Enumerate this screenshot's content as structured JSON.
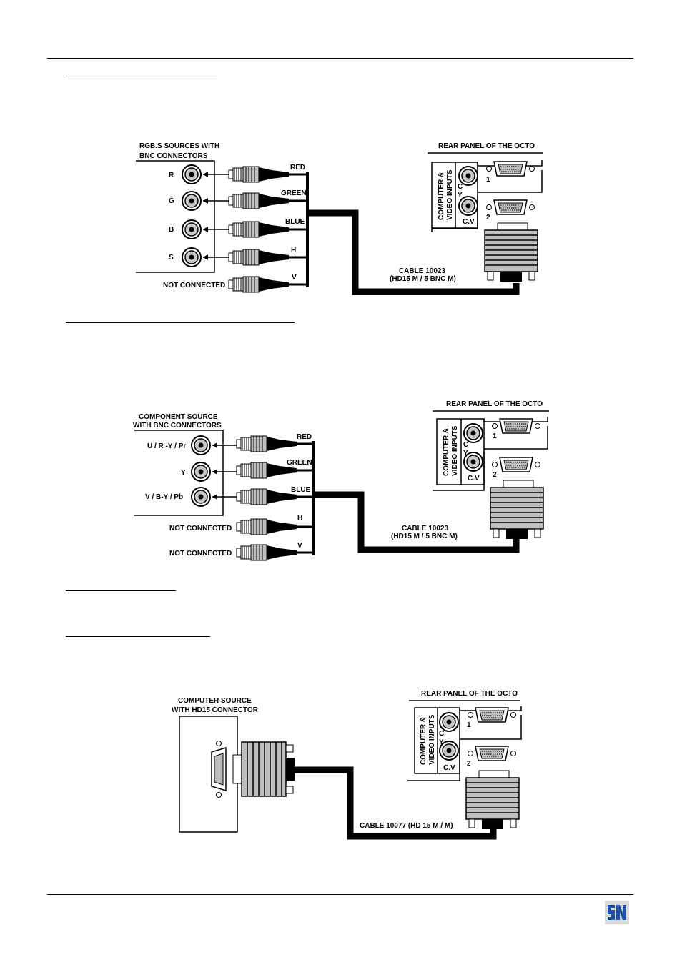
{
  "colors": {
    "ink": "#000000",
    "paper": "#ffffff",
    "metal": "#bfbfbf",
    "logo_blue": "#1f4fa0"
  },
  "logo_icon": "brand-logo-icon",
  "diagram1": {
    "source_title": [
      "RGB.S SOURCES WITH",
      "BNC CONNECTORS"
    ],
    "inputs": [
      "R",
      "G",
      "B",
      "S"
    ],
    "not_connected": "NOT CONNECTED",
    "wires": [
      "RED",
      "GREEN",
      "BLUE",
      "H",
      "V"
    ],
    "panel_title": "REAR PANEL OF THE OCTO",
    "panel_label": [
      "COMPUTER &",
      "VIDEO INPUTS"
    ],
    "port1": "1",
    "port2": "2",
    "c": "C",
    "y": "Y",
    "cv": "C.V",
    "cable": [
      "CABLE 10023",
      "(HD15 M / 5 BNC M)"
    ]
  },
  "diagram2": {
    "source_title": [
      "COMPONENT SOURCE",
      "WITH BNC CONNECTORS"
    ],
    "inputs": [
      "U / R -Y / Pr",
      "Y",
      "V / B-Y / Pb"
    ],
    "not_connected": "NOT CONNECTED",
    "wires": [
      "RED",
      "GREEN",
      "BLUE",
      "H",
      "V"
    ],
    "panel_title": "REAR PANEL OF THE OCTO",
    "panel_label": [
      "COMPUTER &",
      "VIDEO INPUTS"
    ],
    "port1": "1",
    "port2": "2",
    "c": "C",
    "y": "Y",
    "cv": "C.V",
    "cable": [
      "CABLE 10023",
      "(HD15 M / 5 BNC M)"
    ]
  },
  "diagram3": {
    "source_title": [
      "COMPUTER SOURCE",
      "WITH HD15 CONNECTOR"
    ],
    "panel_title": "REAR PANEL OF THE OCTO",
    "panel_label": [
      "COMPUTER &",
      "VIDEO INPUTS"
    ],
    "port1": "1",
    "port2": "2",
    "c": "C",
    "y": "Y",
    "cv": "C.V",
    "cable": "CABLE 10077 (HD 15 M / M)"
  }
}
